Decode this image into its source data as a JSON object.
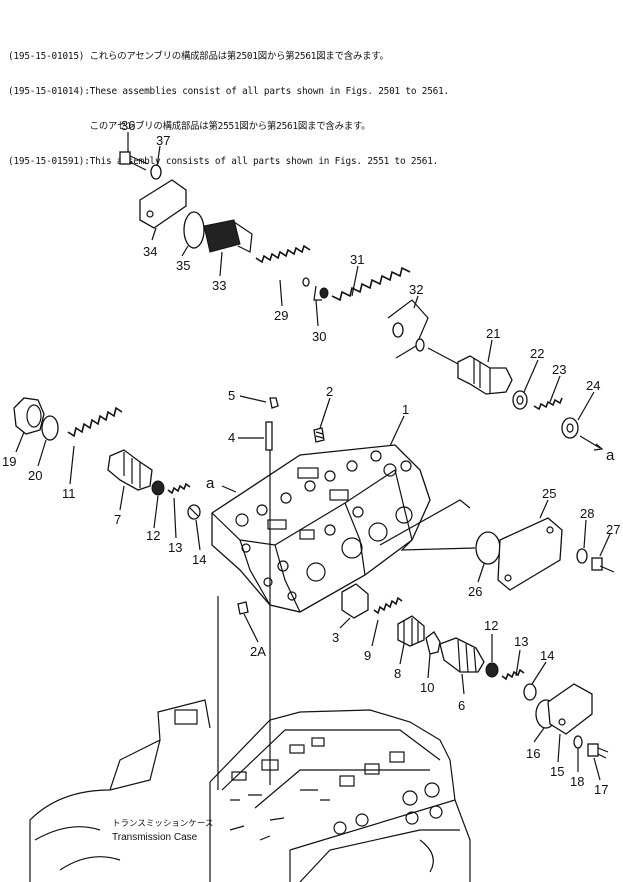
{
  "notes": [
    "(195-15-01015) これらのアセンブリの構成部品は第2501図から第2561図まで含みます。",
    "(195-15-01014):These assemblies consist of all parts shown in Figs. 2501 to 2561.",
    "               このアセンブリの構成部品は第2551図から第2561図まで含みます。",
    "(195-15-01591):This assembly consists of all parts shown in Figs. 2551 to 2561."
  ],
  "parts": {
    "p36": "36",
    "p37": "37",
    "p34": "34",
    "p35": "35",
    "p33": "33",
    "p29": "29",
    "p30": "30",
    "p31": "31",
    "p32": "32",
    "p21": "21",
    "p22": "22",
    "p23": "23",
    "p24": "24",
    "a_right": "a",
    "p5": "5",
    "p2": "2",
    "p1": "1",
    "p4": "4",
    "p19": "19",
    "p20": "20",
    "p11": "11",
    "p7": "7",
    "p12": "12",
    "p13": "13",
    "p14": "14",
    "a_left": "a",
    "p25": "25",
    "p28": "28",
    "p27": "27",
    "p26": "26",
    "p2a": "2A",
    "p3": "3",
    "p9": "9",
    "p8": "8",
    "p10": "10",
    "p6": "6",
    "p12b": "12",
    "p13b": "13",
    "p14b": "14",
    "p16": "16",
    "p15": "15",
    "p18": "18",
    "p17": "17"
  },
  "case_label": {
    "jp": "トランスミッションケース",
    "en": "Transmission Case"
  }
}
